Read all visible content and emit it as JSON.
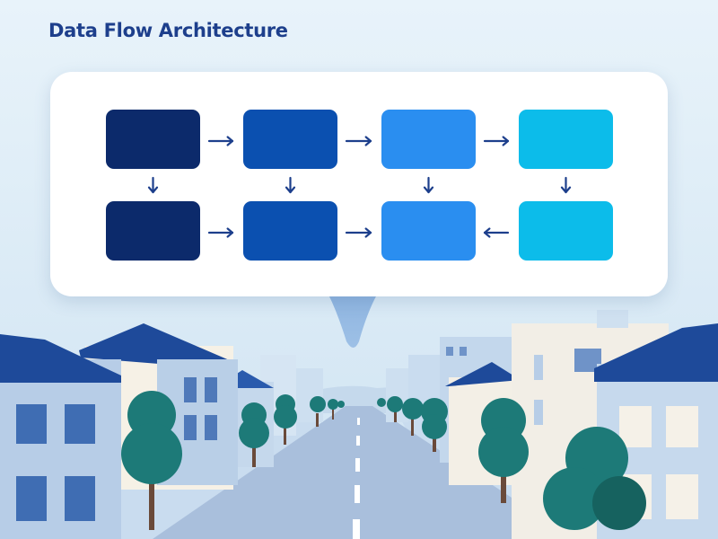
{
  "title": "Data Flow Architecture",
  "diagram": {
    "nodes": [
      {
        "id": "n1",
        "row": 0,
        "col": 0,
        "color": "#0c2a6b"
      },
      {
        "id": "n2",
        "row": 0,
        "col": 1,
        "color": "#0b50b0"
      },
      {
        "id": "n3",
        "row": 0,
        "col": 2,
        "color": "#2a8ef0"
      },
      {
        "id": "n4",
        "row": 0,
        "col": 3,
        "color": "#0cbcea"
      },
      {
        "id": "n5",
        "row": 1,
        "col": 0,
        "color": "#0c2a6b"
      },
      {
        "id": "n6",
        "row": 1,
        "col": 1,
        "color": "#0b50b0"
      },
      {
        "id": "n7",
        "row": 1,
        "col": 2,
        "color": "#2a8ef0"
      },
      {
        "id": "n8",
        "row": 1,
        "col": 3,
        "color": "#0cbcea"
      }
    ],
    "edges": [
      {
        "from": "n1",
        "to": "n2"
      },
      {
        "from": "n2",
        "to": "n3"
      },
      {
        "from": "n3",
        "to": "n4"
      },
      {
        "from": "n1",
        "to": "n5"
      },
      {
        "from": "n2",
        "to": "n6"
      },
      {
        "from": "n3",
        "to": "n7"
      },
      {
        "from": "n4",
        "to": "n8"
      },
      {
        "from": "n5",
        "to": "n6"
      },
      {
        "from": "n6",
        "to": "n7"
      },
      {
        "from": "n8",
        "to": "n7"
      }
    ],
    "arrow_color": "#1d3f8c"
  },
  "colors": {
    "sky": "#dcecf6",
    "road": "#a9bfdc",
    "roof": "#1e4a9a",
    "tree": "#1d7a78",
    "trunk": "#6a4a3a"
  }
}
